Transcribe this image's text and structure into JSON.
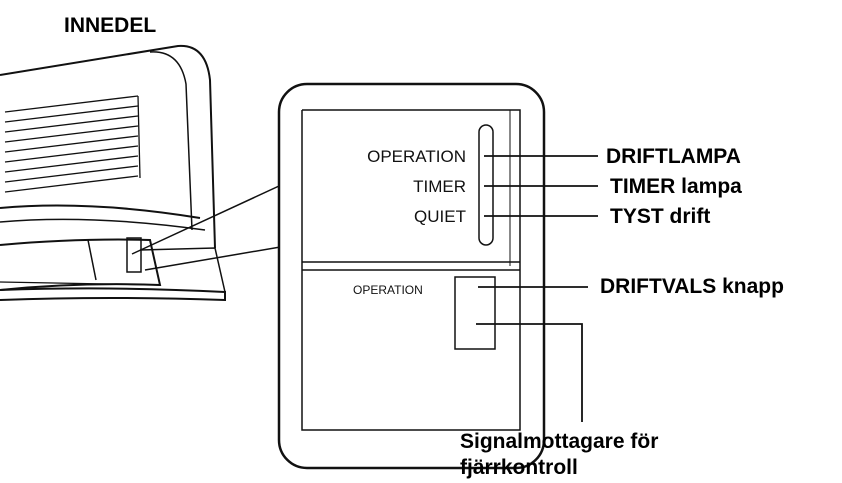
{
  "title": "INNEDEL",
  "panel": {
    "indicators": [
      "OPERATION",
      "TIMER",
      "QUIET"
    ],
    "button_label": "OPERATION"
  },
  "callouts": {
    "operation_lamp": "DRIFTLAMPA",
    "timer_lamp": "TIMER lampa",
    "quiet": "TYST drift",
    "mode_button": "DRIFTVALS knapp",
    "receiver_line1": "Signalmottagare för",
    "receiver_line2": "fjärrkontroll"
  }
}
